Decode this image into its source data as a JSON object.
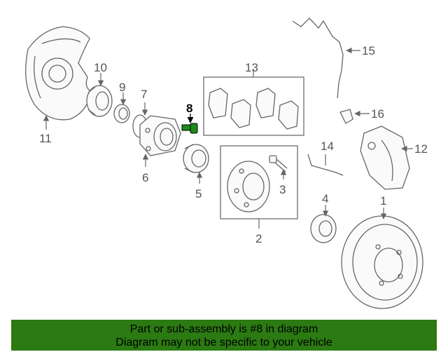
{
  "callouts": {
    "c1": "1",
    "c2": "2",
    "c3": "3",
    "c4": "4",
    "c5": "5",
    "c6": "6",
    "c7": "7",
    "c8": "8",
    "c9": "9",
    "c10": "10",
    "c11": "11",
    "c12": "12",
    "c13": "13",
    "c14": "14",
    "c15": "15",
    "c16": "16"
  },
  "highlight_part": "8",
  "colors": {
    "banner_bg": "#2b7a12",
    "highlight_part": "#1c8a1c",
    "line_art": "#666666"
  },
  "banner": {
    "line1": "Part or sub-assembly is #8 in diagram",
    "line2": "Diagram may not be specific to your vehicle"
  }
}
